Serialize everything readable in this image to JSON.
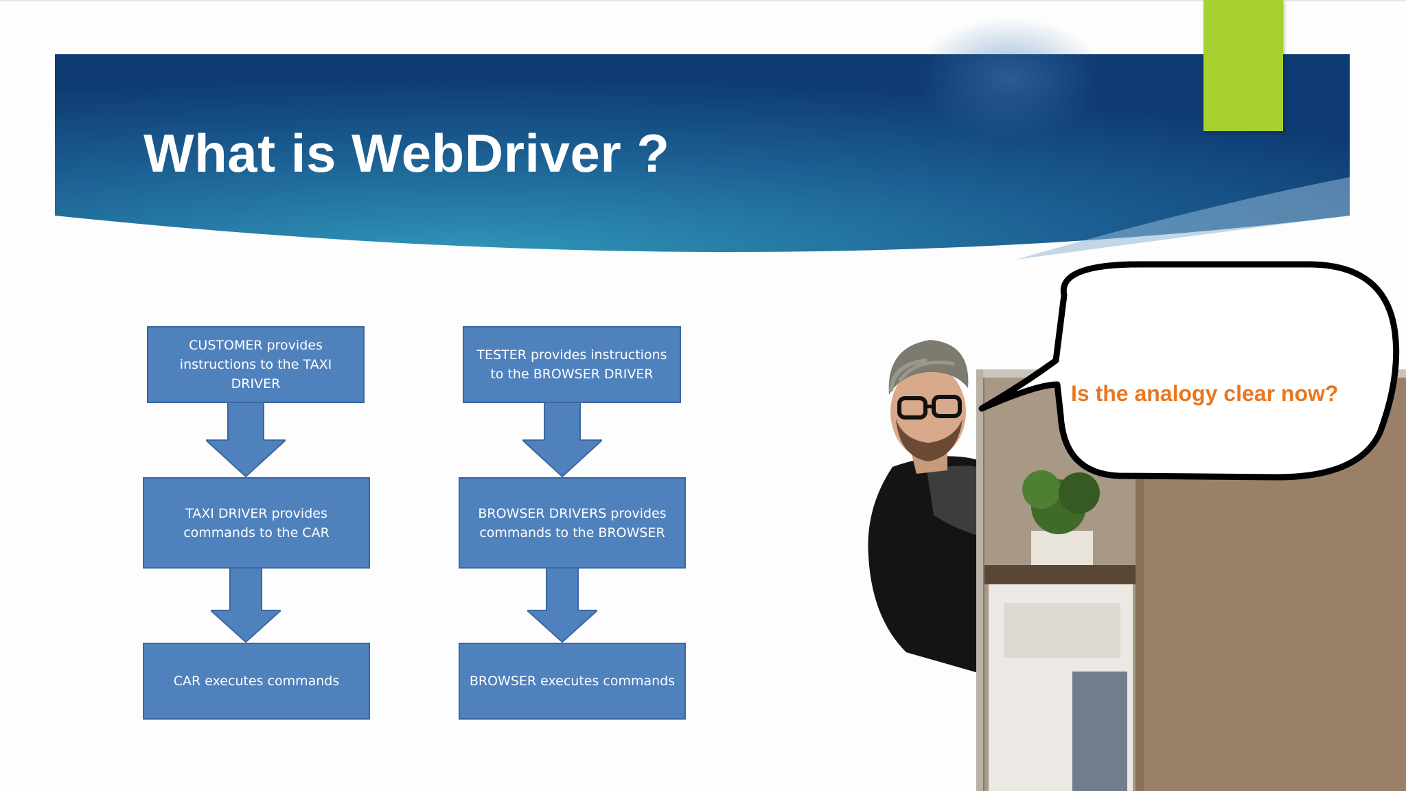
{
  "slide": {
    "title": "What is WebDriver ?"
  },
  "flow_left": [
    "CUSTOMER provides instructions to the TAXI DRIVER",
    "TAXI DRIVER provides commands to the CAR",
    "CAR executes commands"
  ],
  "flow_right": [
    "TESTER provides instructions to the BROWSER DRIVER",
    "BROWSER DRIVERS provides commands to the BROWSER",
    "BROWSER executes commands"
  ],
  "speech_bubble": {
    "text": "Is the analogy clear now?"
  },
  "colors": {
    "banner_dark": "#0d3a6e",
    "banner_light": "#2e8fb4",
    "box_fill": "#4f81bd",
    "accent_green": "#a7d12f",
    "bubble_text": "#e87722"
  }
}
